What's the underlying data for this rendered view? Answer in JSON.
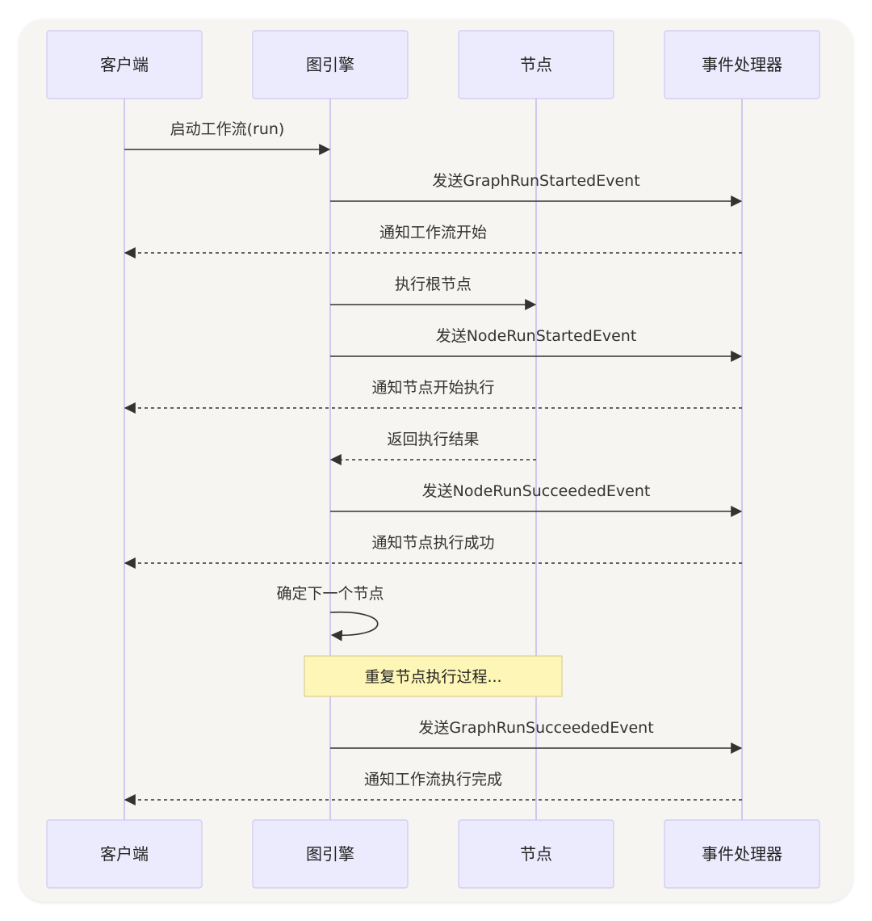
{
  "diagram": {
    "participants": [
      {
        "id": "client",
        "label": "客户端"
      },
      {
        "id": "engine",
        "label": "图引擎"
      },
      {
        "id": "node",
        "label": "节点"
      },
      {
        "id": "handler",
        "label": "事件处理器"
      }
    ],
    "messages": [
      {
        "from": "client",
        "to": "engine",
        "label": "启动工作流(run)",
        "style": "solid"
      },
      {
        "from": "engine",
        "to": "handler",
        "label": "发送GraphRunStartedEvent",
        "style": "solid"
      },
      {
        "from": "handler",
        "to": "client",
        "label": "通知工作流开始",
        "style": "dashed"
      },
      {
        "from": "engine",
        "to": "node",
        "label": "执行根节点",
        "style": "solid"
      },
      {
        "from": "engine",
        "to": "handler",
        "label": "发送NodeRunStartedEvent",
        "style": "solid"
      },
      {
        "from": "handler",
        "to": "client",
        "label": "通知节点开始执行",
        "style": "dashed"
      },
      {
        "from": "node",
        "to": "engine",
        "label": "返回执行结果",
        "style": "dashed"
      },
      {
        "from": "engine",
        "to": "handler",
        "label": "发送NodeRunSucceededEvent",
        "style": "solid"
      },
      {
        "from": "handler",
        "to": "client",
        "label": "通知节点执行成功",
        "style": "dashed"
      },
      {
        "from": "engine",
        "to": "engine",
        "label": "确定下一个节点",
        "style": "solid"
      },
      {
        "type": "note",
        "over": [
          "engine",
          "node"
        ],
        "label": "重复节点执行过程..."
      },
      {
        "from": "engine",
        "to": "handler",
        "label": "发送GraphRunSucceededEvent",
        "style": "solid"
      },
      {
        "from": "handler",
        "to": "client",
        "label": "通知工作流执行完成",
        "style": "dashed"
      }
    ]
  },
  "colors": {
    "card_background": "#f6f5f2",
    "actor_fill": "#ecebfd",
    "actor_border": "#cdc8f3",
    "lifeline": "#cfc9ee",
    "arrow": "#333333",
    "note_fill": "#fdf6b6",
    "note_border": "#d9d092"
  }
}
